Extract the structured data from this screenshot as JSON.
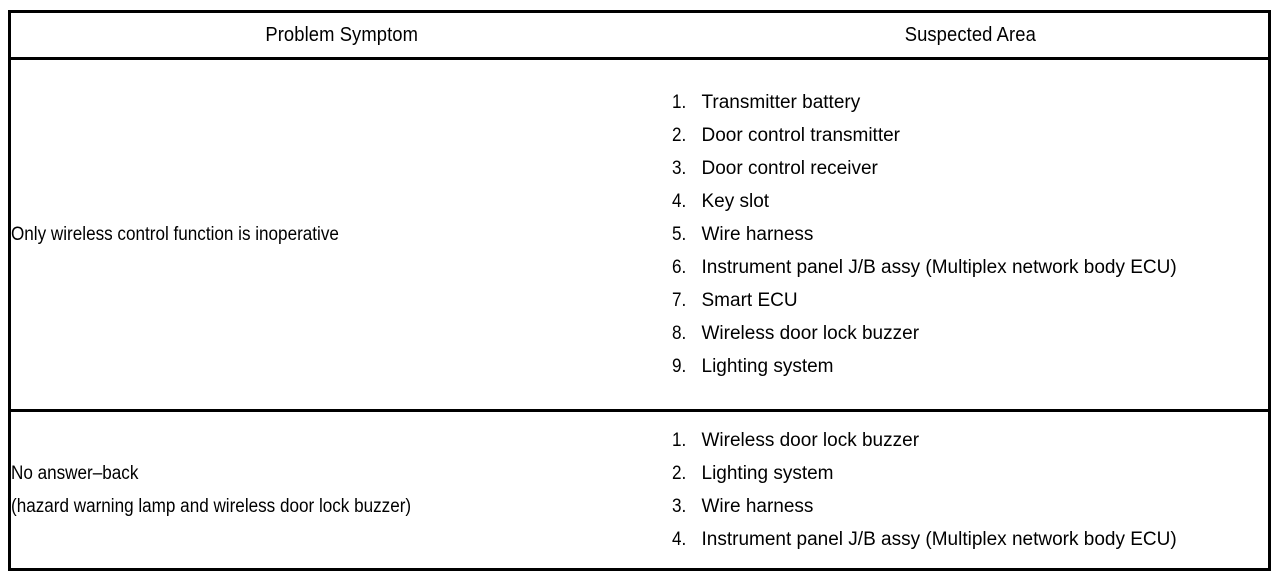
{
  "table": {
    "headers": {
      "symptom": "Problem Symptom",
      "area": "Suspected Area"
    },
    "rows": [
      {
        "symptom_lines": [
          "Only wireless control function is inoperative"
        ],
        "suspected_area": [
          {
            "number": "1.",
            "lines": [
              "Transmitter battery"
            ]
          },
          {
            "number": "2.",
            "lines": [
              "Door control transmitter"
            ]
          },
          {
            "number": "3.",
            "lines": [
              "Door control receiver"
            ]
          },
          {
            "number": "4.",
            "lines": [
              "Key slot"
            ]
          },
          {
            "number": "5.",
            "lines": [
              "Wire harness"
            ]
          },
          {
            "number": "6.",
            "lines": [
              "Instrument panel J/B assy (Multiplex network body",
              "ECU)"
            ]
          },
          {
            "number": "7.",
            "lines": [
              "Smart ECU"
            ]
          },
          {
            "number": "8.",
            "lines": [
              "Wireless door lock buzzer"
            ]
          },
          {
            "number": "9. ",
            "lines": [
              "Lighting system"
            ]
          }
        ]
      },
      {
        "symptom_lines": [
          "No answer–back",
          "(hazard warning lamp and wireless door lock buzzer)"
        ],
        "suspected_area": [
          {
            "number": "1.",
            "lines": [
              "Wireless door lock buzzer"
            ]
          },
          {
            "number": "2.",
            "lines": [
              "Lighting system"
            ]
          },
          {
            "number": "3.",
            "lines": [
              "Wire harness"
            ]
          },
          {
            "number": "4.",
            "lines": [
              "Instrument panel J/B assy (Multiplex network body",
              "ECU)"
            ]
          }
        ]
      }
    ]
  }
}
